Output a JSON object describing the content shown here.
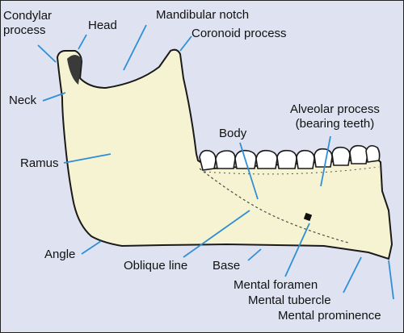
{
  "colors": {
    "background": "#dfe3f1",
    "bone": "#f6f3d2",
    "outline": "#1a1a1a",
    "leader": "#2f8fd6"
  },
  "labels": {
    "condylar_process": [
      "Condylar",
      "process"
    ],
    "head": "Head",
    "mandibular_notch": "Mandibular notch",
    "coronoid_process": "Coronoid process",
    "neck": "Neck",
    "alveolar_process": [
      "Alveolar process",
      "(bearing teeth)"
    ],
    "body": "Body",
    "ramus": "Ramus",
    "angle": "Angle",
    "oblique_line": "Oblique line",
    "base": "Base",
    "mental_foramen": "Mental foramen",
    "mental_tubercle": "Mental tubercle",
    "mental_prominence": "Mental prominence"
  }
}
